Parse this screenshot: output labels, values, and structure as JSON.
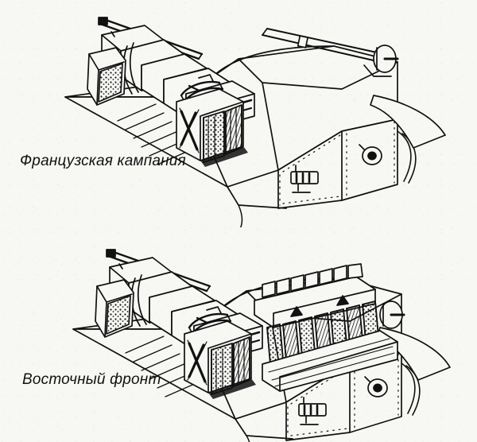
{
  "figure": {
    "type": "technical-line-drawing",
    "subject": "tank rear hull stowage configurations",
    "panels": [
      {
        "id": "french",
        "caption": "Французская кампания",
        "caption_translation_note": "French campaign",
        "features": [
          "stowage boxes on rear deck",
          "jerry cans with X-brace",
          "riveted rear hull plate",
          "convoy light",
          "towing eye",
          "tow cable",
          "fender with hatching",
          "gun barrel over deck",
          "cylindrical roller"
        ]
      },
      {
        "id": "eastern",
        "caption": "Восточный фронт",
        "caption_translation_note": "Eastern Front",
        "features": [
          "stowage boxes on rear deck",
          "jerry cans with X-brace",
          "spare track link rack",
          "spare track links as applique armor",
          "riveted rear hull plate",
          "convoy light",
          "towing eye",
          "tow cable",
          "fender with hatching"
        ]
      }
    ]
  },
  "style": {
    "ink": "#111111",
    "paper": "#f7f7f4",
    "hatch": "#1a1a1a"
  }
}
